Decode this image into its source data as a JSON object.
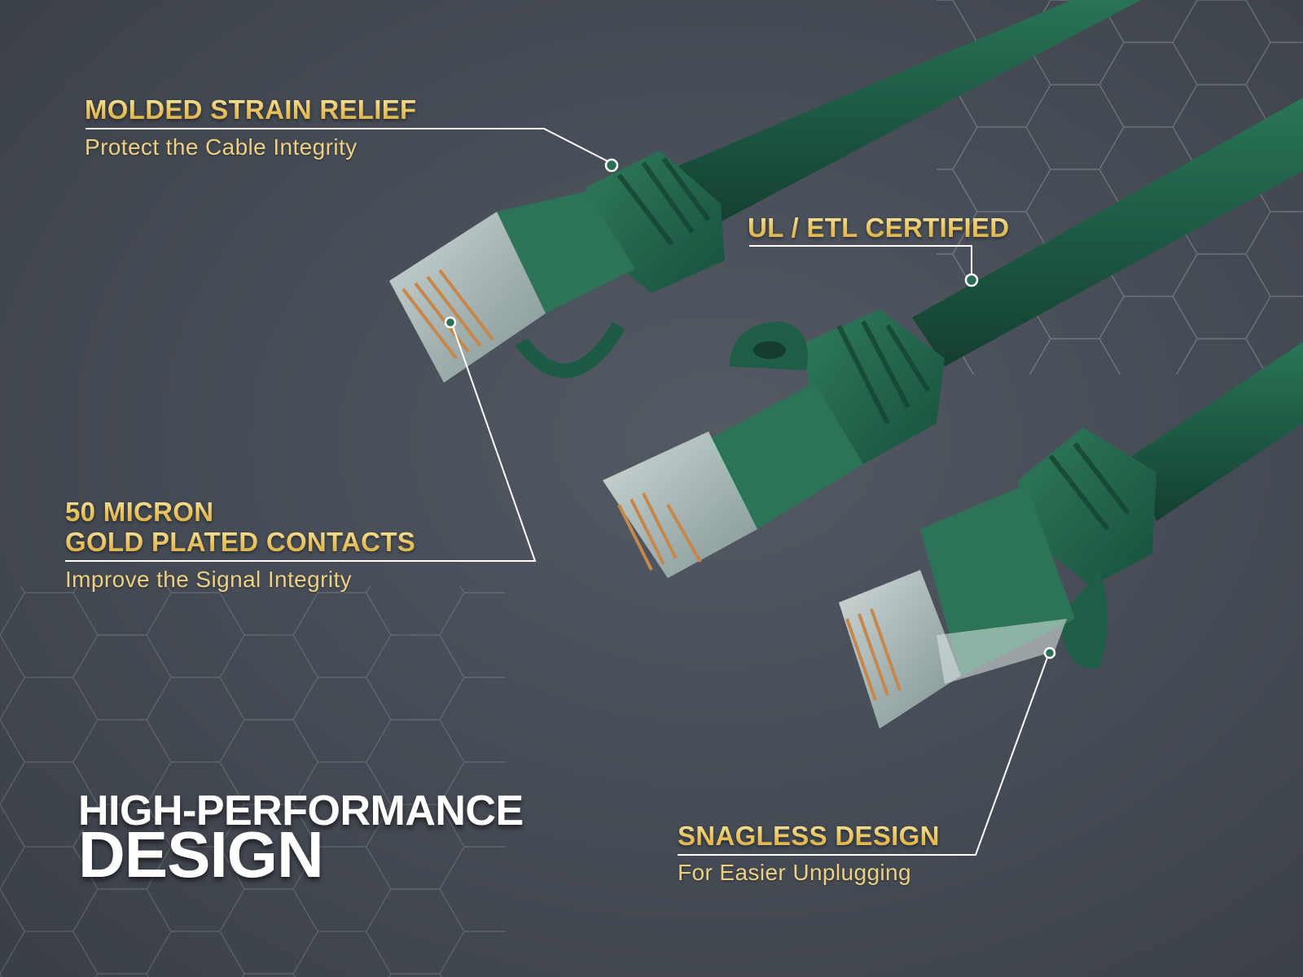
{
  "colors": {
    "background": "#474d56",
    "gold": "#e9c462",
    "subtitle_gold": "#ecd084",
    "cable_green": "#1f5e46",
    "connector_green": "#2c7358",
    "callout_line": "#ffffff",
    "hex_grid": "#c8ccd2"
  },
  "title": {
    "line1": "HIGH-PERFORMANCE",
    "line2": "DESIGN"
  },
  "callouts": [
    {
      "headline": "MOLDED STRAIN RELIEF",
      "subtitle": "Protect the Cable Integrity"
    },
    {
      "headline": "UL / ETL CERTIFIED",
      "subtitle": ""
    },
    {
      "headline_line1": "50 MICRON",
      "headline_line2": "GOLD PLATED CONTACTS",
      "subtitle": "Improve the Signal Integrity"
    },
    {
      "headline": "SNAGLESS DESIGN",
      "subtitle": "For Easier Unplugging"
    }
  ],
  "icons": {
    "background_pattern": "hexagon-grid-icon",
    "product": "rj45-connector-icon",
    "callout_marker": "ring-marker-icon"
  }
}
